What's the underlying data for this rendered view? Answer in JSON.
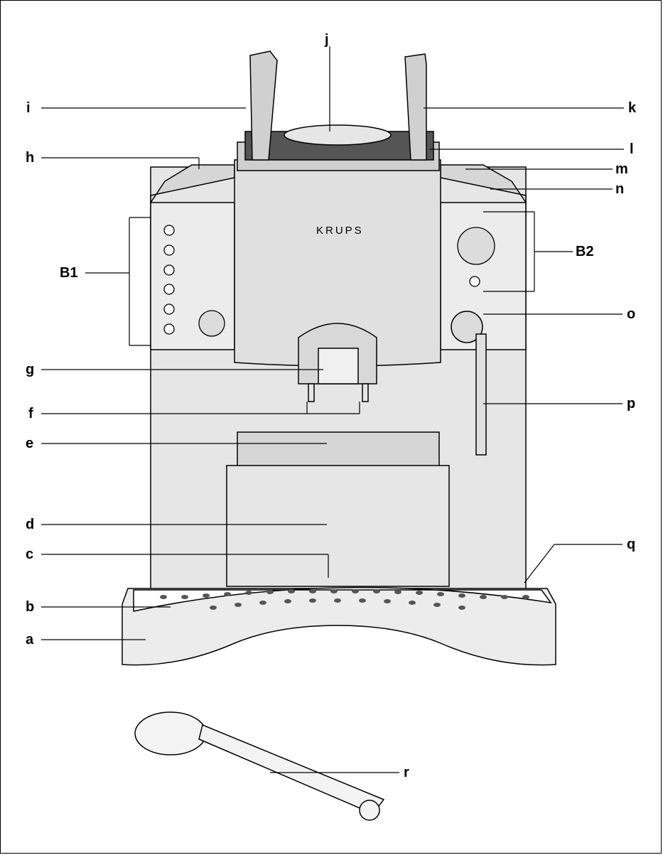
{
  "brand": "KRUPS",
  "callouts": {
    "a": "a",
    "b": "b",
    "c": "c",
    "d": "d",
    "e": "e",
    "f": "f",
    "g": "g",
    "h": "h",
    "i": "i",
    "j": "j",
    "k": "k",
    "l": "l",
    "m": "m",
    "n": "n",
    "o": "o",
    "p": "p",
    "q": "q",
    "r": "r",
    "B1": "B1",
    "B2": "B2"
  },
  "colors": {
    "body": "#e6e6e6",
    "top": "#d6d6d6",
    "dark": "#555555",
    "line": "#000000"
  }
}
